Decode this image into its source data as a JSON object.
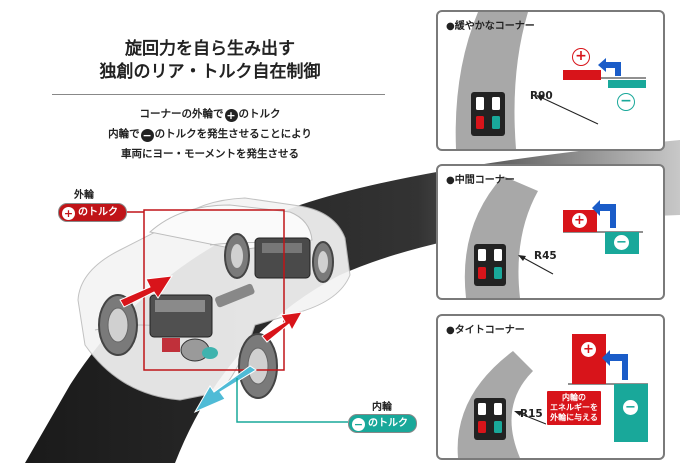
{
  "heading": {
    "line1": "旋回力を自ら生み出す",
    "line2": "独創のリア・トルク自在制御"
  },
  "description": {
    "line1_a": "コーナーの外輪で",
    "plus": "+",
    "line1_b": "のトルク",
    "line2_a": "内輪で",
    "minus": "−",
    "line2_b": "のトルクを発生させることにより",
    "line3": "車両にヨー・モーメントを発生させる"
  },
  "outer_wheel": {
    "label": "外輪",
    "badge_text": "のトルク",
    "symbol": "+"
  },
  "inner_wheel": {
    "label": "内輪",
    "badge_text": "のトルク",
    "symbol": "−"
  },
  "panels": [
    {
      "title": "●緩やかなコーナー",
      "radius": "R90",
      "plus": "+",
      "minus": "−"
    },
    {
      "title": "●中間コーナー",
      "radius": "R45",
      "plus": "+",
      "minus": "−"
    },
    {
      "title": "●タイトコーナー",
      "radius": "R15",
      "plus": "+",
      "minus": "−",
      "note_line1": "内輪の",
      "note_line2": "エネルギーを",
      "note_line3": "外輪に与える"
    }
  ],
  "colors": {
    "plus_red": "#d8141a",
    "minus_teal": "#19a89a",
    "arrow_blue": "#1a5cc8",
    "road": "#1c1c1c"
  }
}
